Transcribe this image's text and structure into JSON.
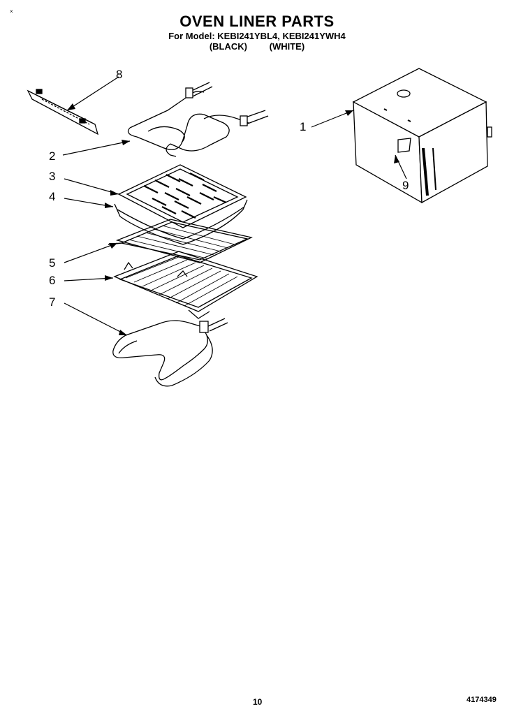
{
  "header": {
    "title": "OVEN LINER PARTS",
    "model_line": "For Model: KEBI241YBL4, KEBI241YWH4",
    "finish_black": "(BLACK)",
    "finish_white": "(WHITE)"
  },
  "callouts": [
    "1",
    "2",
    "3",
    "4",
    "5",
    "6",
    "7",
    "8",
    "9"
  ],
  "footer": {
    "page_number": "10",
    "part_code": "4174349",
    "corner_mark": "×"
  }
}
